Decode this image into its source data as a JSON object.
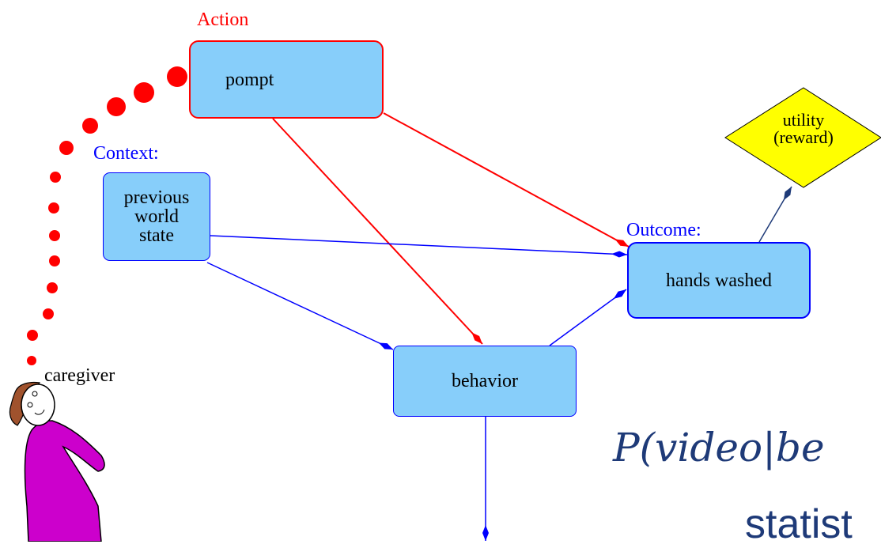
{
  "labels": {
    "action": "Action",
    "context": "Context:",
    "outcome": "Outcome:",
    "caregiver": "caregiver"
  },
  "nodes": {
    "prompt": "pompt",
    "previous_world_state": [
      "previous",
      "world",
      "state"
    ],
    "hands_washed": "hands washed",
    "behavior": "behavior",
    "utility": [
      "utility",
      "(reward)"
    ]
  },
  "formula_text": "P(video|be",
  "statistics_text": "statist",
  "colors": {
    "action": "#ff0000",
    "context": "#0000ff",
    "node_fill": "#87cefa",
    "utility_fill": "#ffff00",
    "caregiver_body": "#cc00cc",
    "caregiver_hair": "#a0522d",
    "formula": "#1e3a78"
  }
}
